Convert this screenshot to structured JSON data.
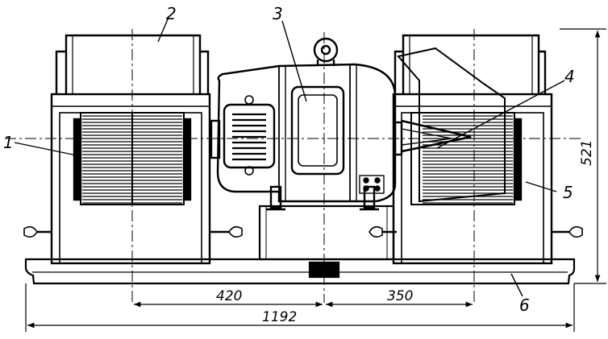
{
  "colors": {
    "ink": "#000000",
    "paper": "#ffffff"
  },
  "callouts": {
    "c1": "1",
    "c2": "2",
    "c3": "3",
    "c4": "4",
    "c5": "5",
    "c6": "6"
  },
  "dimensions": {
    "height": "521",
    "left_span": "420",
    "right_span": "350",
    "total_length": "1192"
  }
}
